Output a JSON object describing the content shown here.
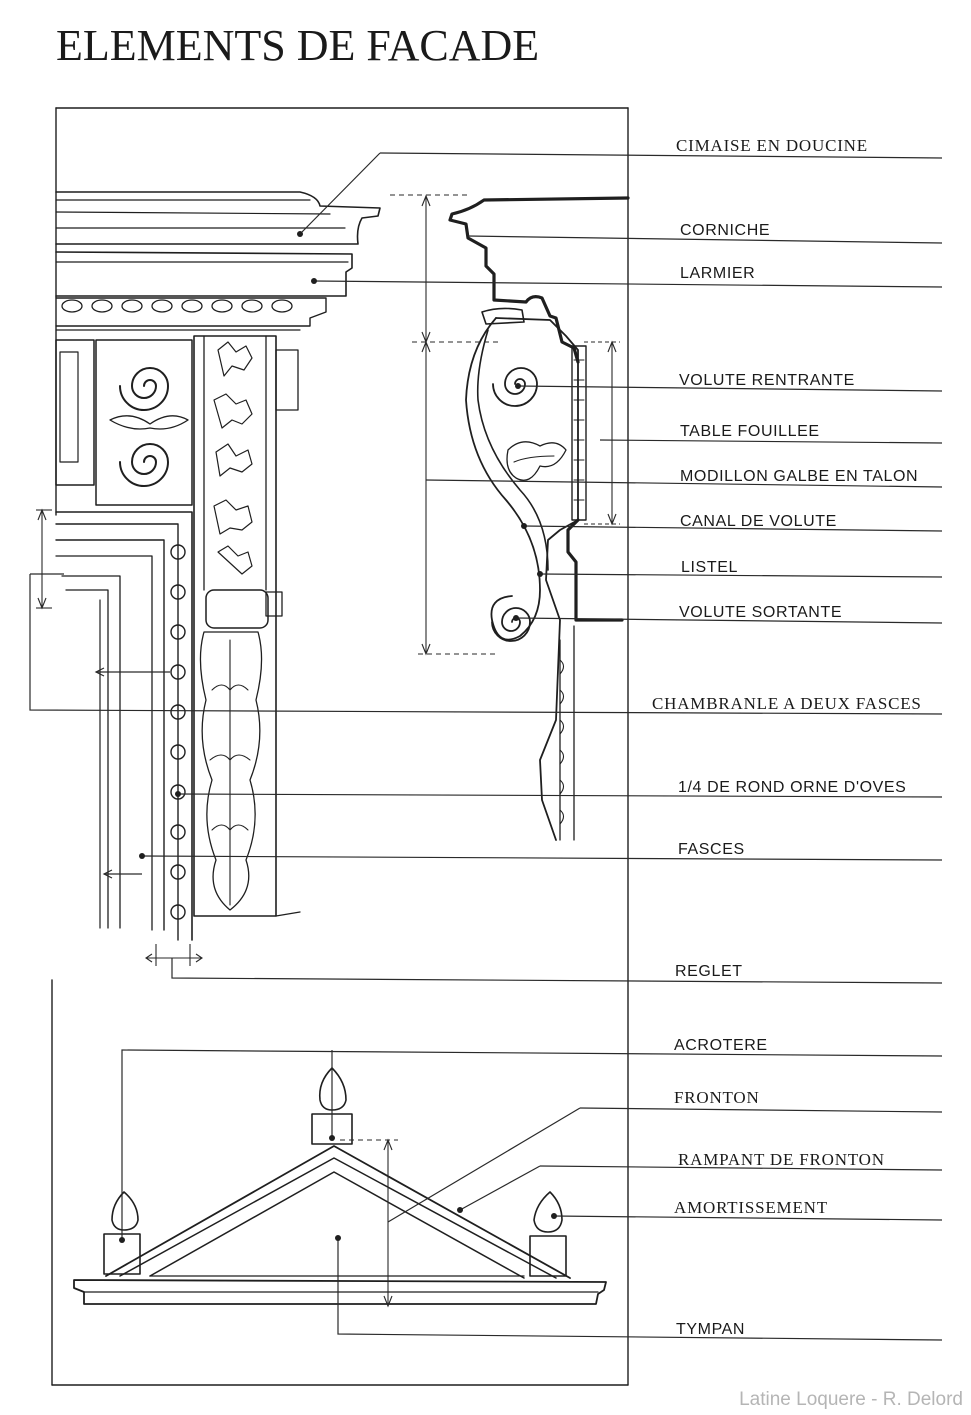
{
  "title": "ELEMENTS DE FACADE",
  "labels": {
    "cimaise": "CIMAISE  EN  DOUCINE",
    "corniche": "CORNICHE",
    "larmier": "LARMIER",
    "volute_rentrante": "VOLUTE  RENTRANTE",
    "table_fouillee": "TABLE  FOUILLEE",
    "modillon": "MODILLON  GALBE  EN  TALON",
    "canal": "CANAL  DE  VOLUTE",
    "listel": "LISTEL",
    "volute_sortante": "VOLUTE  SORTANTE",
    "chambranle": "CHAMBRANLE A DEUX FASCES",
    "quart_de_rond": "1/4 DE ROND ORNE D'OVES",
    "fasces": "FASCES",
    "reglet": "REGLET",
    "acrotere": "ACROTERE",
    "fronton": "FRONTON",
    "rampant": "RAMPANT  DE  FRONTON",
    "amortissement": "AMORTISSEMENT",
    "tympan": "TYMPAN"
  },
  "credit": "Latine Loquere - R. Delord"
}
